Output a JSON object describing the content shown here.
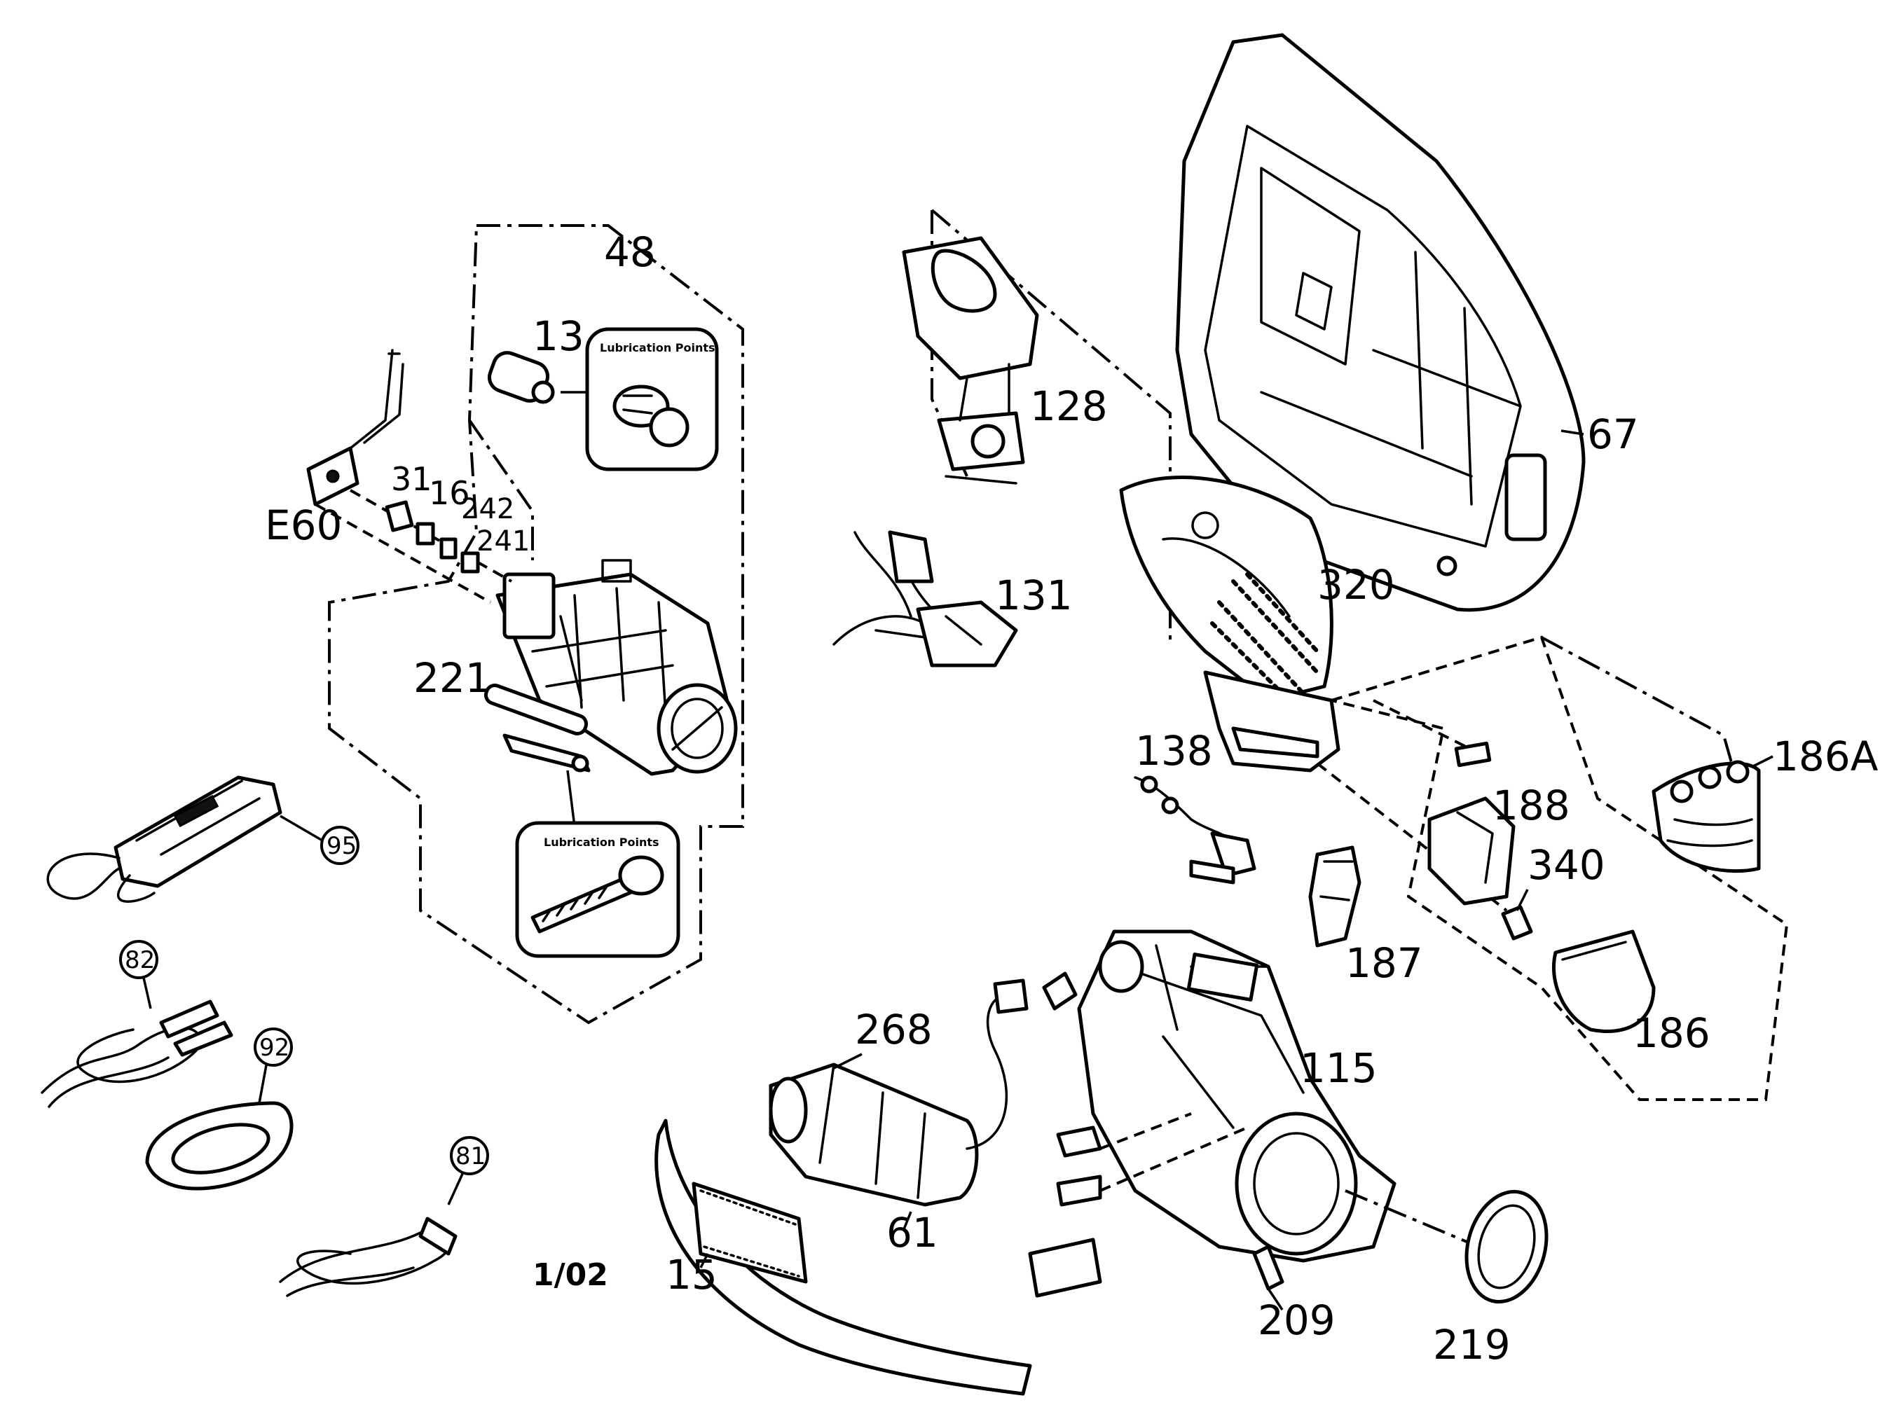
{
  "callouts": {
    "p48": "48",
    "p13": "13",
    "p31": "31",
    "p16": "16",
    "p242": "242",
    "p241": "241",
    "pE60": "E60",
    "p221": "221",
    "p95": "95",
    "p82": "82",
    "p92": "92",
    "p81": "81",
    "p128": "128",
    "p131": "131",
    "p67": "67",
    "p320": "320",
    "p138": "138",
    "p186A": "186A",
    "p188": "188",
    "p340": "340",
    "p187": "187",
    "p186": "186",
    "p268": "268",
    "p115": "115",
    "p61": "61",
    "p15": "15",
    "p209": "209",
    "p219": "219"
  },
  "insets": {
    "lubrication_upper": "Lubrication Points",
    "lubrication_lower": "Lubrication Points"
  },
  "footer": {
    "page_code": "1/02"
  }
}
